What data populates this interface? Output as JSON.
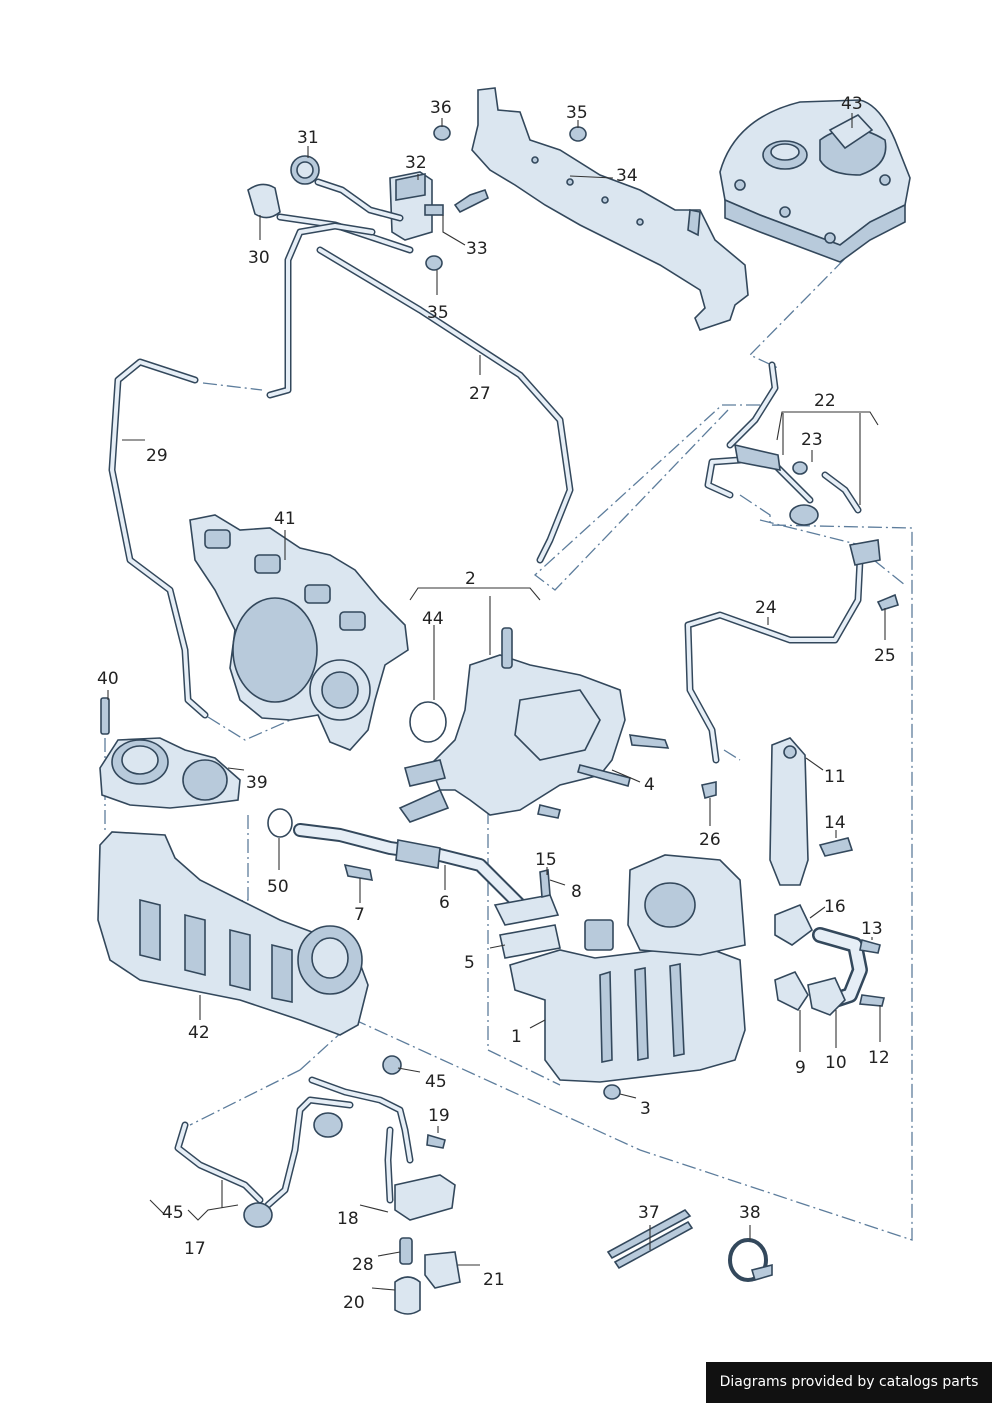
{
  "credit": "Diagrams provided by catalogs parts",
  "labels": [
    {
      "id": "36",
      "text": "36"
    },
    {
      "id": "35a",
      "text": "35"
    },
    {
      "id": "43",
      "text": "43"
    },
    {
      "id": "31",
      "text": "31"
    },
    {
      "id": "32",
      "text": "32"
    },
    {
      "id": "34",
      "text": "34"
    },
    {
      "id": "30",
      "text": "30"
    },
    {
      "id": "33",
      "text": "33"
    },
    {
      "id": "35b",
      "text": "35"
    },
    {
      "id": "27",
      "text": "27"
    },
    {
      "id": "22",
      "text": "22"
    },
    {
      "id": "23",
      "text": "23"
    },
    {
      "id": "29",
      "text": "29"
    },
    {
      "id": "41",
      "text": "41"
    },
    {
      "id": "2",
      "text": "2"
    },
    {
      "id": "24",
      "text": "24"
    },
    {
      "id": "44",
      "text": "44"
    },
    {
      "id": "25",
      "text": "25"
    },
    {
      "id": "40",
      "text": "40"
    },
    {
      "id": "39",
      "text": "39"
    },
    {
      "id": "4",
      "text": "4"
    },
    {
      "id": "11",
      "text": "11"
    },
    {
      "id": "26",
      "text": "26"
    },
    {
      "id": "14",
      "text": "14"
    },
    {
      "id": "50",
      "text": "50"
    },
    {
      "id": "15",
      "text": "15"
    },
    {
      "id": "8",
      "text": "8"
    },
    {
      "id": "6",
      "text": "6"
    },
    {
      "id": "7",
      "text": "7"
    },
    {
      "id": "16",
      "text": "16"
    },
    {
      "id": "13",
      "text": "13"
    },
    {
      "id": "5",
      "text": "5"
    },
    {
      "id": "42",
      "text": "42"
    },
    {
      "id": "1",
      "text": "1"
    },
    {
      "id": "12",
      "text": "12"
    },
    {
      "id": "9",
      "text": "9"
    },
    {
      "id": "10",
      "text": "10"
    },
    {
      "id": "45a",
      "text": "45"
    },
    {
      "id": "3",
      "text": "3"
    },
    {
      "id": "19",
      "text": "19"
    },
    {
      "id": "45b",
      "text": "45"
    },
    {
      "id": "17",
      "text": "17"
    },
    {
      "id": "18",
      "text": "18"
    },
    {
      "id": "37",
      "text": "37"
    },
    {
      "id": "38",
      "text": "38"
    },
    {
      "id": "28",
      "text": "28"
    },
    {
      "id": "21",
      "text": "21"
    },
    {
      "id": "20",
      "text": "20"
    }
  ]
}
